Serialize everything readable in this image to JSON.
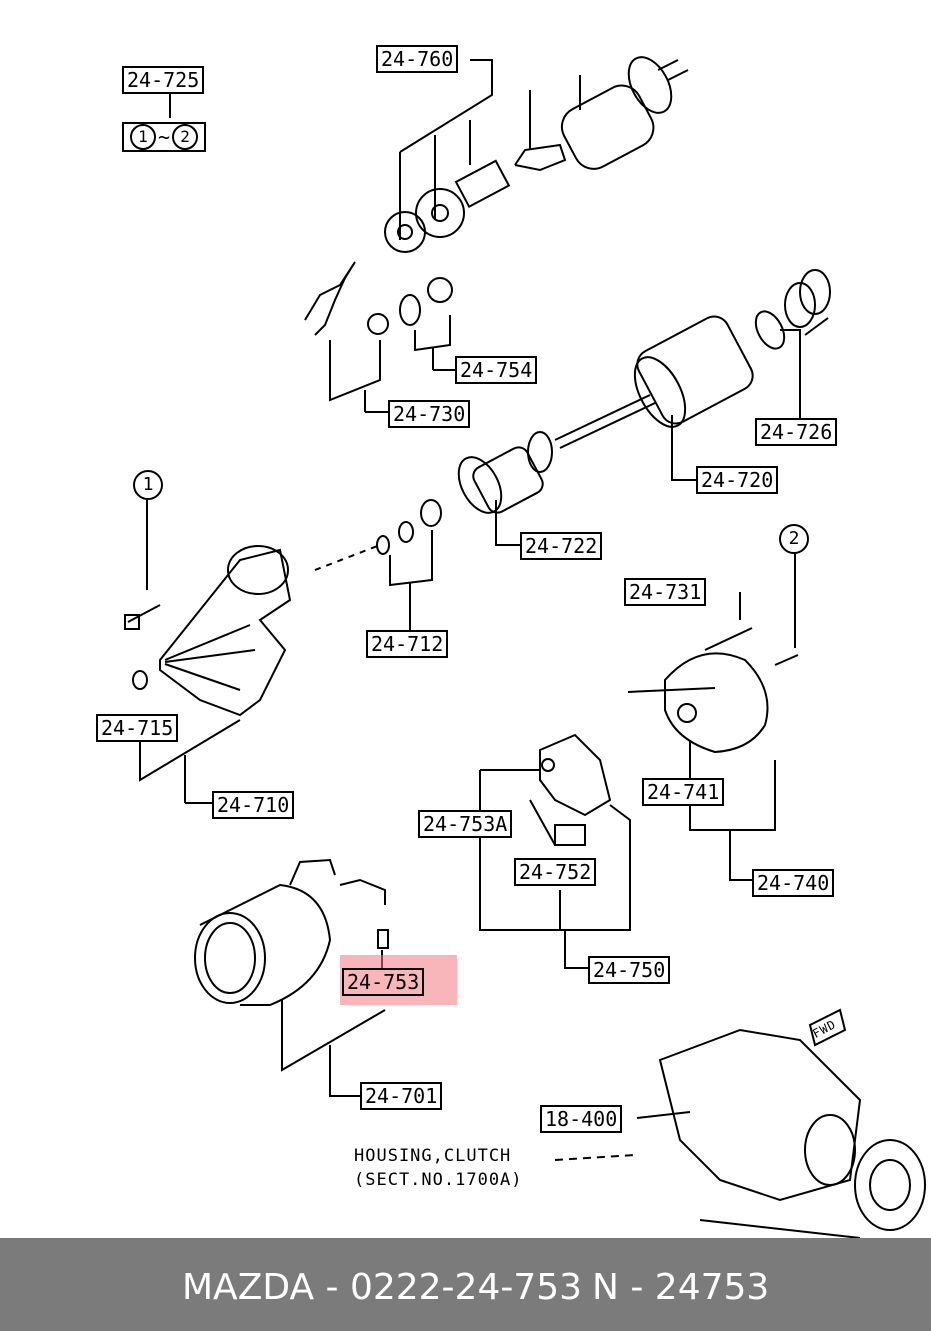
{
  "labels": {
    "l24_725": "24-725",
    "l24_760": "24-760",
    "l24_754": "24-754",
    "l24_730": "24-730",
    "l24_726": "24-726",
    "l24_720": "24-720",
    "l24_722": "24-722",
    "l24_712": "24-712",
    "l24_731": "24-731",
    "l24_715": "24-715",
    "l24_710": "24-710",
    "l24_741": "24-741",
    "l24_753A": "24-753A",
    "l24_752": "24-752",
    "l24_740": "24-740",
    "l24_750": "24-750",
    "l24_753": "24-753",
    "l24_701": "24-701",
    "l18_400": "18-400"
  },
  "circles": {
    "one": "1",
    "two": "2",
    "range_a": "1",
    "range_sep": "~",
    "range_b": "2"
  },
  "notes": {
    "housing_line1": "HOUSING,CLUTCH",
    "housing_line2": "(SECT.NO.1700A)",
    "fwd": "FWD"
  },
  "footer": {
    "left": "MAZDA - 0222-24-753",
    "right": "N - 24753"
  },
  "colors": {
    "highlight": "#f27882",
    "footer_bg": "#7b7b7b",
    "footer_text": "#ffffff"
  }
}
